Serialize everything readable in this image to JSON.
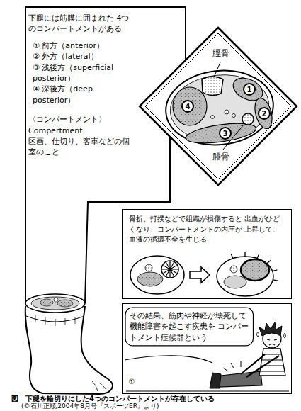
{
  "diagram": {
    "caption": "図　下腿を輪切りにした4つのコンパートメントが存在している",
    "nodes": [
      {
        "text": [
          "下腿には筋膜に囲まれた 4つのコンパートメントがある",
          "① 前方（anterior）",
          "② 外方（lateral）",
          "③ 浅後方（superficial posterior）",
          "④ 深後方（deep posterior）",
          "〈コンパートメント〉",
          "Compertment",
          "区画、仕切り、客車などの個室のこと"
        ]
      },
      {
        "text": [
          "骨折、打撲などで組織が損傷すると 出血がひどくなり、コンパートメントの内圧が 上昇して、血液の循環不全を生じる"
        ]
      },
      {
        "text": [
          "その結果、筋肉や神経が壊死して 機能障害を起こす疾患を コンパートメント症候群という"
        ]
      }
    ],
    "labels": [
      "脛骨",
      "1",
      "4",
      "2",
      "3",
      "腓骨",
      "①",
      "(©石川正順,2004年8月号『スポーツER』より)"
    ]
  }
}
